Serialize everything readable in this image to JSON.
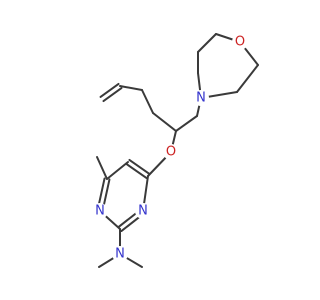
{
  "molecule": {
    "atoms": [
      {
        "id": "a1",
        "label": "",
        "color": "#3a3a3a"
      },
      {
        "id": "a2",
        "label": "",
        "color": "#3a3a3a"
      },
      {
        "id": "a3",
        "label": "",
        "color": "#3a3a3a"
      },
      {
        "id": "a4",
        "label": "",
        "color": "#3a3a3a"
      },
      {
        "id": "a5",
        "label": "",
        "color": "#3a3a3a"
      },
      {
        "id": "a6",
        "label": "",
        "color": "#3a3a3a"
      },
      {
        "id": "n_morph",
        "label": "N",
        "color": "#3333cc"
      },
      {
        "id": "r1",
        "label": "",
        "color": "#3a3a3a"
      },
      {
        "id": "r2",
        "label": "",
        "color": "#3a3a3a"
      },
      {
        "id": "r3",
        "label": "",
        "color": "#3a3a3a"
      },
      {
        "id": "o_ring",
        "label": "O",
        "color": "#cc2222"
      },
      {
        "id": "r4",
        "label": "",
        "color": "#3a3a3a"
      },
      {
        "id": "r5",
        "label": "",
        "color": "#3a3a3a"
      },
      {
        "id": "o_ether",
        "label": "O",
        "color": "#cc2222"
      },
      {
        "id": "p4",
        "label": "",
        "color": "#3a3a3a"
      },
      {
        "id": "p5",
        "label": "",
        "color": "#3a3a3a"
      },
      {
        "id": "p6",
        "label": "",
        "color": "#3a3a3a"
      },
      {
        "id": "n1",
        "label": "N",
        "color": "#3333cc"
      },
      {
        "id": "p2",
        "label": "",
        "color": "#3a3a3a"
      },
      {
        "id": "n3",
        "label": "N",
        "color": "#3333cc"
      },
      {
        "id": "me6",
        "label": "",
        "color": "#3a3a3a"
      },
      {
        "id": "n_amine",
        "label": "N",
        "color": "#3333cc"
      },
      {
        "id": "me_a",
        "label": "",
        "color": "#3a3a3a"
      },
      {
        "id": "me_b",
        "label": "",
        "color": "#3a3a3a"
      }
    ],
    "bonds": [
      [
        "a1",
        "a2",
        2
      ],
      [
        "a2",
        "a3",
        1
      ],
      [
        "a3",
        "a4",
        1
      ],
      [
        "a4",
        "a5",
        1
      ],
      [
        "a5",
        "a6",
        1
      ],
      [
        "a6",
        "n_morph",
        1
      ],
      [
        "n_morph",
        "r1",
        1
      ],
      [
        "r1",
        "r2",
        1
      ],
      [
        "r2",
        "r3",
        1
      ],
      [
        "r3",
        "o_ring",
        1
      ],
      [
        "o_ring",
        "r4",
        1
      ],
      [
        "r4",
        "r5",
        1
      ],
      [
        "r5",
        "n_morph",
        1
      ],
      [
        "a5",
        "o_ether",
        1
      ],
      [
        "o_ether",
        "p4",
        1
      ],
      [
        "p4",
        "p5",
        2
      ],
      [
        "p5",
        "p6",
        1
      ],
      [
        "p6",
        "n1",
        2
      ],
      [
        "n1",
        "p2",
        1
      ],
      [
        "p2",
        "n3",
        2
      ],
      [
        "n3",
        "p4",
        1
      ],
      [
        "p6",
        "me6",
        1
      ],
      [
        "p2",
        "n_amine",
        1
      ],
      [
        "n_amine",
        "me_a",
        1
      ],
      [
        "n_amine",
        "me_b",
        1
      ]
    ]
  }
}
